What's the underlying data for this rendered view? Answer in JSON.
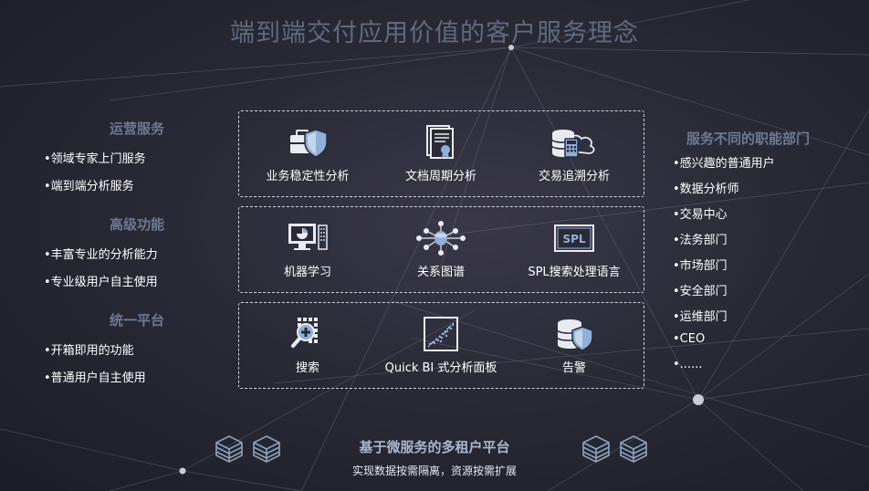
{
  "title": "端到端交付应用价值的客户服务理念",
  "left": {
    "groups": [
      {
        "heading": "运营服务",
        "items": [
          "•领域专家上门服务",
          "•端到端分析服务"
        ]
      },
      {
        "heading": "高级功能",
        "items": [
          "•丰富专业的分析能力",
          "•专业级用户自主使用"
        ]
      },
      {
        "heading": "统一平台",
        "items": [
          "•开箱即用的功能",
          "•普通用户自主使用"
        ]
      }
    ]
  },
  "right": {
    "heading": "服务不同的职能部门",
    "items": [
      "•感兴趣的普通用户",
      "•数据分析师",
      "•交易中心",
      "•法务部门",
      "•市场部门",
      "•安全部门",
      "•运维部门",
      "•CEO",
      "•......"
    ]
  },
  "panels": [
    {
      "cells": [
        {
          "icon": "briefcase-shield-icon",
          "label": "业务稳定性分析"
        },
        {
          "icon": "document-certificate-icon",
          "label": "文档周期分析"
        },
        {
          "icon": "database-cloud-icon",
          "label": "交易追溯分析"
        }
      ]
    },
    {
      "cells": [
        {
          "icon": "monitor-chart-icon",
          "label": "机器学习"
        },
        {
          "icon": "network-graph-icon",
          "label": "关系图谱"
        },
        {
          "icon": "spl-box-icon",
          "label": "SPL搜索处理语言",
          "icon_text": "SPL"
        }
      ]
    },
    {
      "cells": [
        {
          "icon": "magnifier-grid-icon",
          "label": "搜索"
        },
        {
          "icon": "scatter-chart-icon",
          "label": "Quick BI 式分析面板"
        },
        {
          "icon": "database-shield-icon",
          "label": "告警"
        }
      ]
    }
  ],
  "footer": {
    "title": "基于微服务的多租户平台",
    "subtitle": "实现数据按需隔离，资源按需扩展"
  },
  "colors": {
    "accent": "#6c7a92",
    "icon_blue": "#8fb0d8",
    "icon_white": "#e8ecf2"
  }
}
